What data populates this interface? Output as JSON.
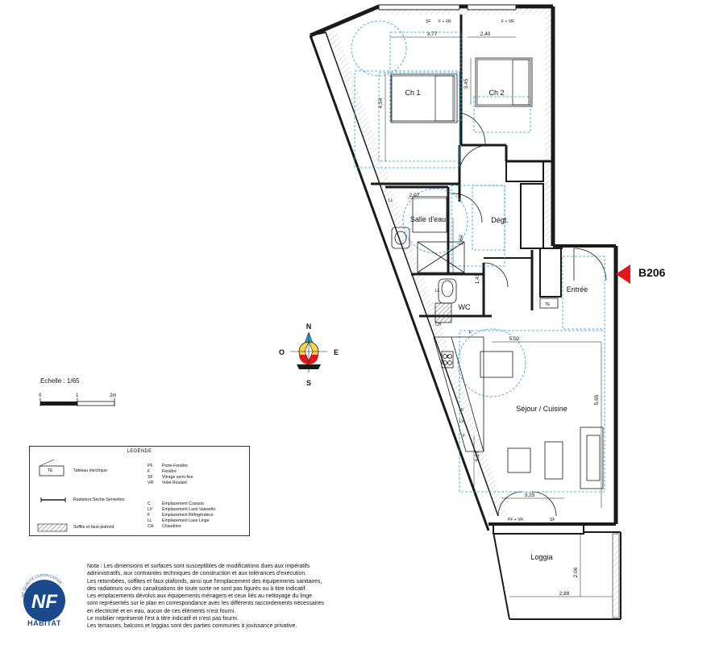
{
  "lot": {
    "label": "B206"
  },
  "rooms": {
    "ch1": "Ch 1",
    "ch2": "Ch 2",
    "salle_deau": "Salle d'eau",
    "degt": "Dégt.",
    "wc": "WC",
    "entree": "Entrée",
    "sejour": "Séjour / Cuisine",
    "loggia": "Loggia"
  },
  "dimensions": {
    "ch1_width": "3,77",
    "ch2_width": "2,40",
    "ch1_depth": "4,54",
    "ch2_depth": "3,45",
    "sde_width": "2,02",
    "sde_depth": "1,84",
    "wc_depth": "1,43",
    "sejour_width": "5,02",
    "sejour_depth": "5,65",
    "sejour_side": "5,37",
    "baie_width": "3,25",
    "loggia_width": "2,88",
    "loggia_depth": "2,06"
  },
  "window_tags": {
    "sf": "SF",
    "f_vr": "F + VR",
    "f_vr_2": "F + VR",
    "pf_vr": "PF + VR",
    "sf_bottom": "SF",
    "f_sejour": "F",
    "f_sejour_2": "F"
  },
  "fixtures": {
    "ll": "LL",
    "ll_2": "LL",
    "te": "TE",
    "c": "C",
    "lv": "LV",
    "ch": "CH",
    "f_fridge": "F"
  },
  "compass": {
    "n": "N",
    "s": "S",
    "e": "E",
    "o": "O"
  },
  "scale": {
    "label": "Echelle : 1/65",
    "ticks": [
      "0",
      "1",
      "2m"
    ]
  },
  "legend": {
    "title": "LEGENDE",
    "tableau": "Tableau électrique",
    "tableau_tag": "TE",
    "radiateur": "Radiateur Sèche-Serviettes",
    "soffite": "Soffite et faux-plafond",
    "codes": [
      {
        "code": "PF",
        "label": "Porte-Fenêtre"
      },
      {
        "code": "F",
        "label": "Fenêtre"
      },
      {
        "code": "SF",
        "label": "Vitrage semi-fixe"
      },
      {
        "code": "VR",
        "label": "Volet Roulant"
      }
    ],
    "codes2": [
      {
        "code": "C",
        "label": "Emplacement Cuisson"
      },
      {
        "code": "LV",
        "label": "Emplacement Lave Vaisselle"
      },
      {
        "code": "F",
        "label": "Emplacement Réfrigérateur"
      },
      {
        "code": "LL",
        "label": "Emplacement Lave Linge"
      },
      {
        "code": "CH",
        "label": "Chaudière"
      }
    ]
  },
  "notes": [
    "Nota : Les dimensions et surfaces sont susceptibles de modifications dues aux impératifs",
    "administratifs, aux contraintes techniques de construction et aux tolérances d'exécution.",
    "Les retombées, soffites et faux plafonds, ainsi que l'emplacement des équipements sanitaires,",
    "des radiateurs ou des canalisations de toute sorte ne sont pas figurés ou à titre indicatif.",
    "Les emplacements dévolus aux équipements ménagers et ceux liés au nettoyage du linge",
    "sont représentés sur le plan en correspondance avec les différents raccordements nécessaires",
    "en électricité et en eau, aucun de ces éléments n'est fourni.",
    "Le mobilier représenté l'est à titre indicatif et n'est pas fourni.",
    "Les terrasses, balcons et loggias sont des parties communes à jouissance privative."
  ],
  "certification": {
    "arc": "NF QUALITÉ CERTIFICATION",
    "logo": "NF",
    "label": "HABITAT"
  },
  "colors": {
    "wall": "#1a1a1a",
    "dashed": "#2a9fd6",
    "arrow": "#e3161b",
    "nf_blue": "#1b4a8c"
  }
}
